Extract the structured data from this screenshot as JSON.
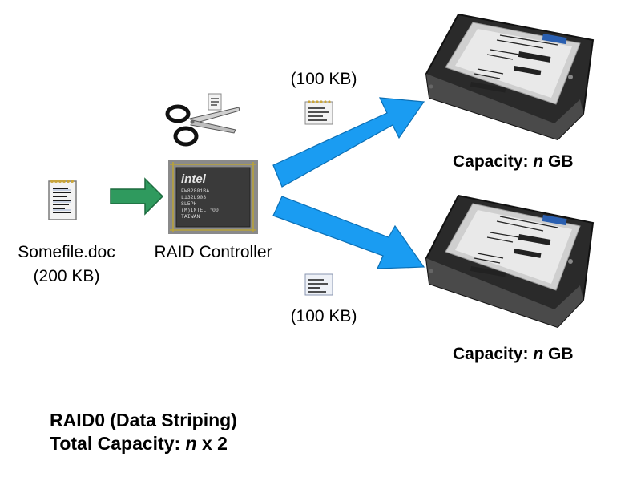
{
  "source_file": {
    "name": "Somefile.doc",
    "size": "(200 KB)",
    "icon": "document-icon"
  },
  "controller": {
    "label": "RAID Controller",
    "chip_icon": "intel-chip-icon",
    "chip_brand": "intel",
    "chip_lines": [
      "FW82801BA",
      "L132L903",
      "SL5PH",
      "(M)INTEL '00",
      "TAIWAN"
    ],
    "splitter_icon": "scissors-icon"
  },
  "stripes": [
    {
      "size": "(100 KB)",
      "icon": "document-icon"
    },
    {
      "size": "(100 KB)",
      "icon": "document-icon"
    }
  ],
  "disks": [
    {
      "cap_prefix": "Capacity: ",
      "cap_var": "n",
      "cap_unit": " GB",
      "icon": "hard-drive-icon"
    },
    {
      "cap_prefix": "Capacity: ",
      "cap_var": "n",
      "cap_unit": " GB",
      "icon": "hard-drive-icon"
    }
  ],
  "summary": {
    "line1": "RAID0 (Data Striping)",
    "line2_prefix": "Total Capacity: ",
    "line2_var": "n",
    "line2_suffix": " x 2"
  },
  "colors": {
    "input_arrow": "#2f9a5e",
    "stripe_arrow": "#1a9cf2",
    "disk_body": "#2a2a2a",
    "chip": "#3a3a3a"
  }
}
